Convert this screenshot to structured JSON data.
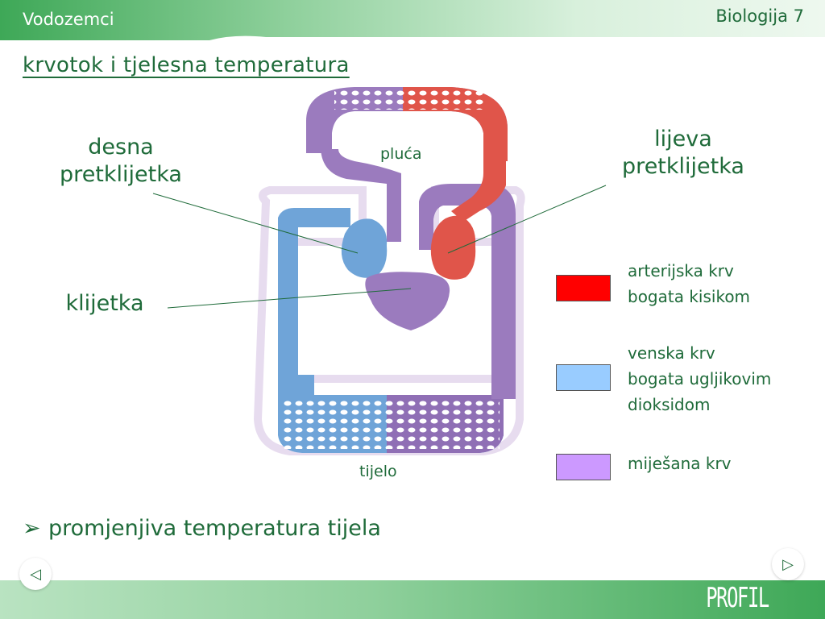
{
  "header": {
    "left_title": "Vodozemci",
    "right_title": "Biologija 7"
  },
  "title": "krvotok i tjelesna temperatura",
  "diagram": {
    "labels": {
      "right_atrium": "desna\npretklijetka",
      "left_atrium": "lijeva\npretklijetka",
      "ventricle": "klijetka",
      "lungs": "pluća",
      "body": "tijelo"
    },
    "colors": {
      "arterial": "#e74c3c",
      "venous": "#7fb2e0",
      "mixed": "#a07ab8",
      "outline": "#d9cce2"
    }
  },
  "legend": [
    {
      "text": "arterijska krv\nbogata kisikom",
      "color": "#ff0000"
    },
    {
      "text": "venska krv\nbogata ugljikovim\ndioksidom",
      "color": "#99ccff"
    },
    {
      "text": "miješana krv",
      "color": "#cc99ff"
    }
  ],
  "bullet": {
    "text": "promjenjiva temperatura tijela"
  },
  "nav": {
    "prev_icon": "triangle-left",
    "next_icon": "triangle-right"
  },
  "footer": {
    "logo": "PROFIL"
  }
}
